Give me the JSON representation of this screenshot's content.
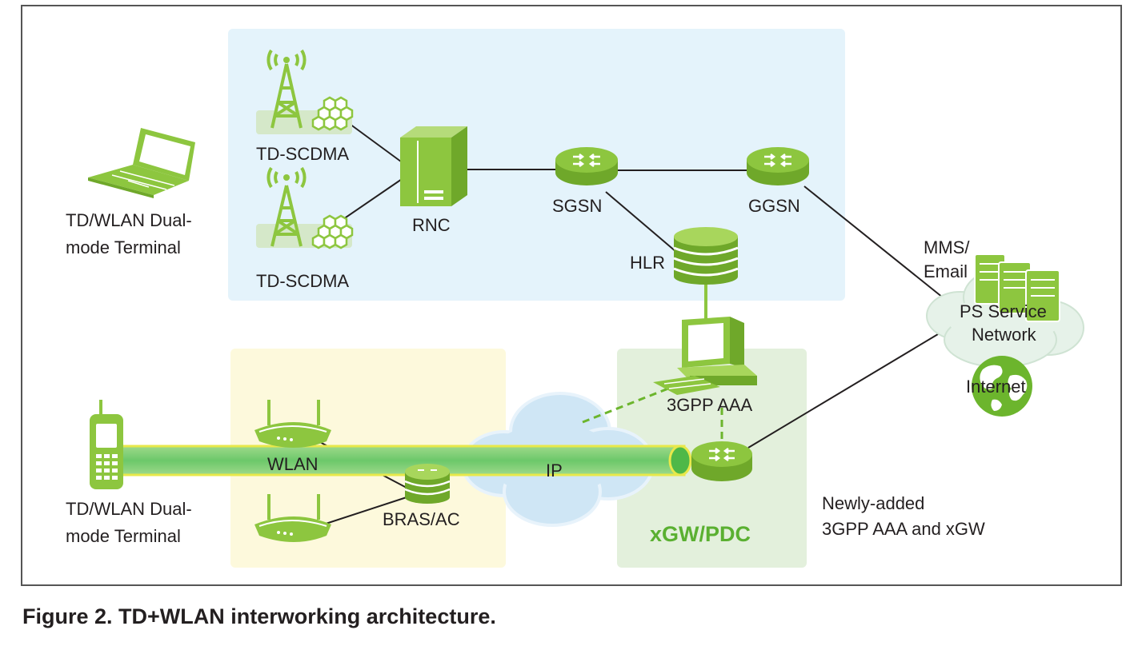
{
  "figure": {
    "caption": "Figure 2. TD+WLAN interworking architecture."
  },
  "colors": {
    "device_green": "#8dc63f",
    "device_dark": "#5f9b1e",
    "td_zone": "#e4f3fb",
    "wlan_zone": "#fdf9dc",
    "xgw_zone": "#e3f0dc",
    "tunnel": "#6cc86a",
    "cloud": "#cfe6f5",
    "xgw_label": "#5ab031"
  },
  "labels": {
    "td_scdma_1": "TD-SCDMA",
    "td_scdma_2": "TD-SCDMA",
    "rnc": "RNC",
    "sgsn": "SGSN",
    "ggsn": "GGSN",
    "hlr": "HLR",
    "laptop_line1": "TD/WLAN Dual-",
    "laptop_line2": "mode Terminal",
    "phone_line1": "TD/WLAN Dual-",
    "phone_line2": "mode Terminal",
    "wlan": "WLAN",
    "bras_ac": "BRAS/AC",
    "ip": "IP",
    "aaa": "3GPP AAA",
    "xgw_pdc": "xGW/PDC",
    "mms_line1": "MMS/",
    "mms_line2": "Email",
    "ps_line1": "PS Service",
    "ps_line2": "Network",
    "internet": "Internet",
    "note_line1": "Newly-added",
    "note_line2": "3GPP AAA and xGW"
  }
}
